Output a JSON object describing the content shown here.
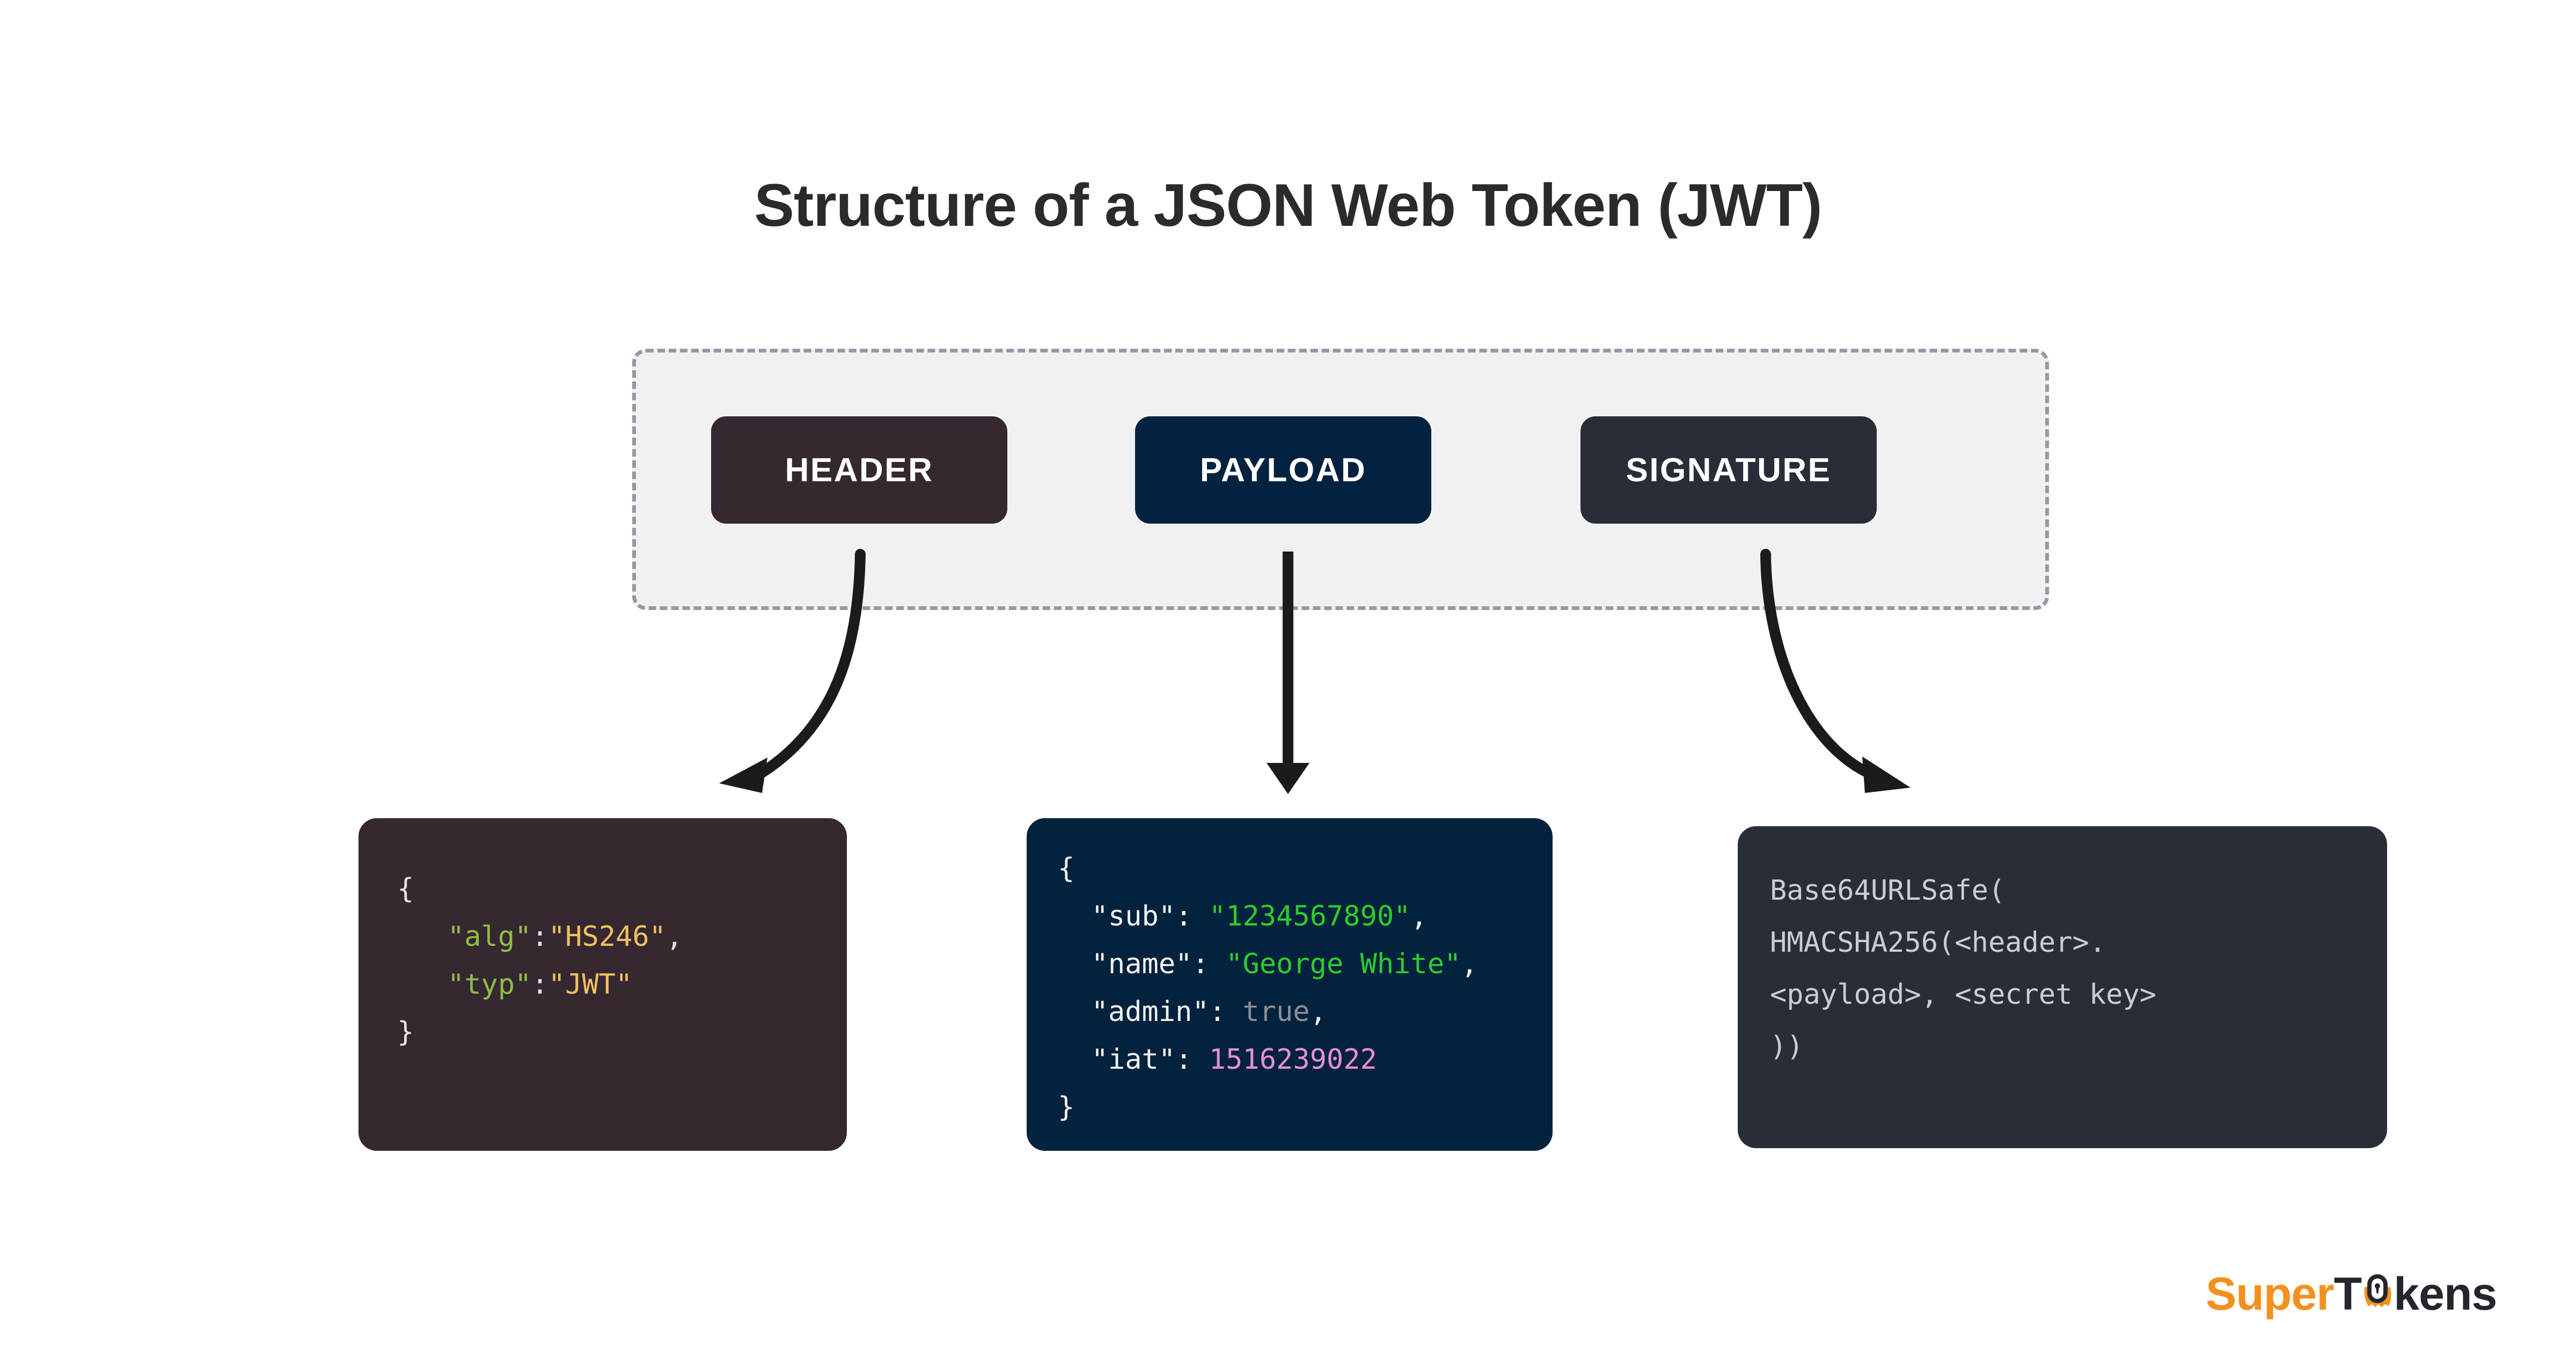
{
  "page": {
    "title": "Structure of a JSON Web Token (JWT)",
    "background": "#ffffff"
  },
  "token_container": {
    "fill": "#f1f1f1",
    "border_color": "#9599a6",
    "border_style": "dashed"
  },
  "parts": [
    {
      "id": "header",
      "label": "HEADER",
      "color": "#352831",
      "text_color": "#ffffff"
    },
    {
      "id": "payload",
      "label": "PAYLOAD",
      "color": "#03223f",
      "text_color": "#ffffff"
    },
    {
      "id": "signature",
      "label": "SIGNATURE",
      "color": "#292d38",
      "text_color": "#ffffff"
    }
  ],
  "arrows": [
    {
      "from": "header",
      "to": "header-code",
      "shape": "curve-left",
      "color": "#1b1b1b"
    },
    {
      "from": "payload",
      "to": "payload-code",
      "shape": "straight",
      "color": "#1b1b1b"
    },
    {
      "from": "signature",
      "to": "signature-code",
      "shape": "curve-right",
      "color": "#1b1b1b"
    }
  ],
  "code_blocks": {
    "header": {
      "background": "#352831",
      "lines": [
        [
          {
            "t": "{",
            "c": "punct"
          }
        ],
        [
          {
            "t": "   ",
            "c": "punct"
          },
          {
            "t": "\"alg\"",
            "c": "key-g"
          },
          {
            "t": ":",
            "c": "punct"
          },
          {
            "t": "\"HS246\"",
            "c": "val-o"
          },
          {
            "t": ",",
            "c": "punct"
          }
        ],
        [
          {
            "t": "   ",
            "c": "punct"
          },
          {
            "t": "\"typ\"",
            "c": "key-g"
          },
          {
            "t": ":",
            "c": "punct"
          },
          {
            "t": "\"JWT\"",
            "c": "val-o"
          }
        ],
        [
          {
            "t": "}",
            "c": "punct"
          }
        ]
      ]
    },
    "payload": {
      "background": "#02223d",
      "lines": [
        [
          {
            "t": "{",
            "c": "key-w"
          }
        ],
        [
          {
            "t": "  ",
            "c": "key-w"
          },
          {
            "t": "\"sub\":",
            "c": "key-w"
          },
          {
            "t": " ",
            "c": "key-w"
          },
          {
            "t": "\"1234567890\"",
            "c": "str-g"
          },
          {
            "t": ",",
            "c": "key-w"
          }
        ],
        [
          {
            "t": "  ",
            "c": "key-w"
          },
          {
            "t": "\"name\":",
            "c": "key-w"
          },
          {
            "t": " ",
            "c": "key-w"
          },
          {
            "t": "\"George White\"",
            "c": "str-g"
          },
          {
            "t": ",",
            "c": "key-w"
          }
        ],
        [
          {
            "t": "  ",
            "c": "key-w"
          },
          {
            "t": "\"admin\":",
            "c": "key-w"
          },
          {
            "t": " ",
            "c": "key-w"
          },
          {
            "t": "true",
            "c": "bool"
          },
          {
            "t": ",",
            "c": "key-w"
          }
        ],
        [
          {
            "t": "  ",
            "c": "key-w"
          },
          {
            "t": "\"iat\":",
            "c": "key-w"
          },
          {
            "t": " ",
            "c": "key-w"
          },
          {
            "t": "1516239022",
            "c": "num-p"
          }
        ],
        [
          {
            "t": "}",
            "c": "key-w"
          }
        ]
      ]
    },
    "signature": {
      "background": "#292d38",
      "lines": [
        [
          {
            "t": "Base64URLSafe(",
            "c": "plain"
          }
        ],
        [
          {
            "t": "HMACSHA256(<header>.",
            "c": "plain"
          }
        ],
        [
          {
            "t": "<payload>, <secret key>",
            "c": "plain"
          }
        ],
        [
          {
            "t": "))",
            "c": "plain"
          }
        ]
      ]
    }
  },
  "brand": {
    "super": "Super",
    "t": "T",
    "kens": "kens",
    "super_color": "#f4901e",
    "dark_color": "#24262d",
    "mark": "keyhole-cape-icon"
  },
  "colors": {
    "header_accent": "#352831",
    "payload_accent": "#03223f",
    "signature_accent": "#292d38",
    "syntax_key_green": "#8fbc45",
    "syntax_value_orange": "#f0c060",
    "syntax_string_green": "#2ecc2e",
    "syntax_bool_gray": "#8b8f96",
    "syntax_number_pink": "#e48fd8",
    "syntax_punct": "#e3e3e3",
    "brand_orange": "#f4901e"
  }
}
